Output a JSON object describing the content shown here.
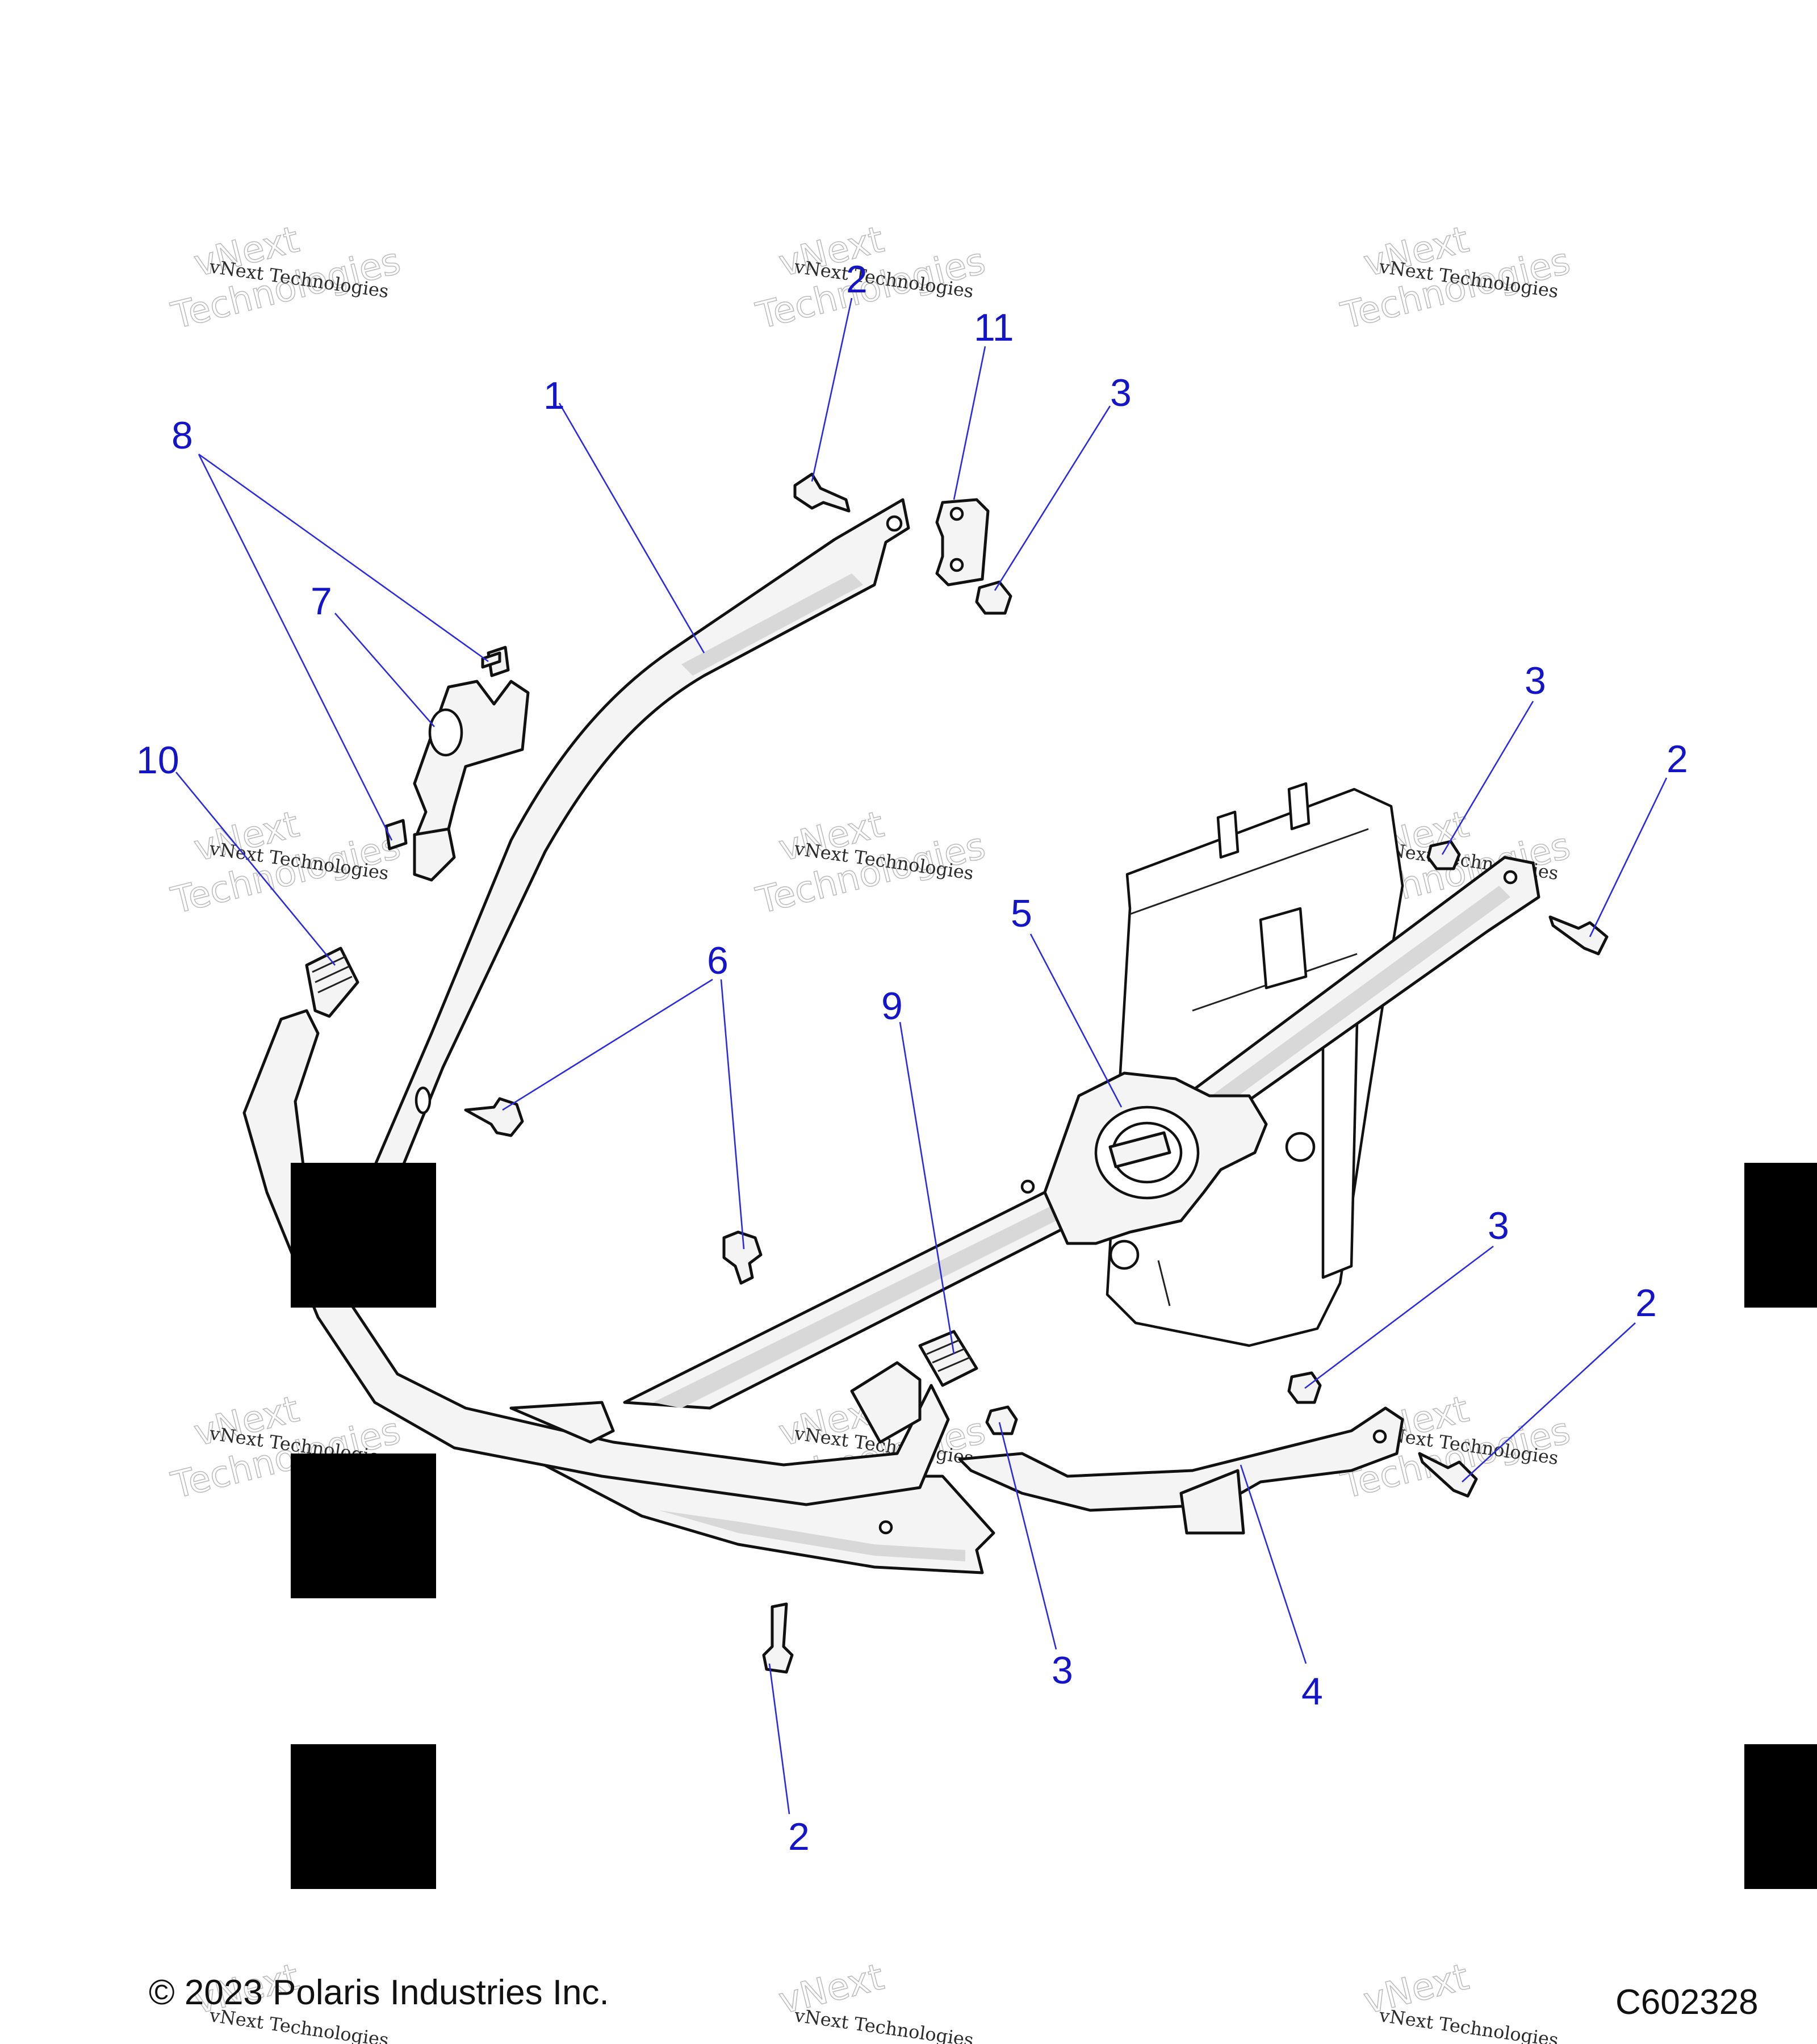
{
  "watermark": {
    "line1": "vNext",
    "line2": "Technologies",
    "small": "vNext Technologies"
  },
  "callouts": {
    "c1": "1",
    "c2_top": "2",
    "c2_right": "2",
    "c2_lower_right": "2",
    "c2_bottom": "2",
    "c3_top": "3",
    "c3_right_upper": "3",
    "c3_right_lower": "3",
    "c3_bottom": "3",
    "c4": "4",
    "c5": "5",
    "c6": "6",
    "c7": "7",
    "c8": "8",
    "c9": "9",
    "c10": "10",
    "c11": "11"
  },
  "footer": {
    "copyright": "© 2023 Polaris Industries Inc.",
    "diagram_id": "C602328"
  }
}
